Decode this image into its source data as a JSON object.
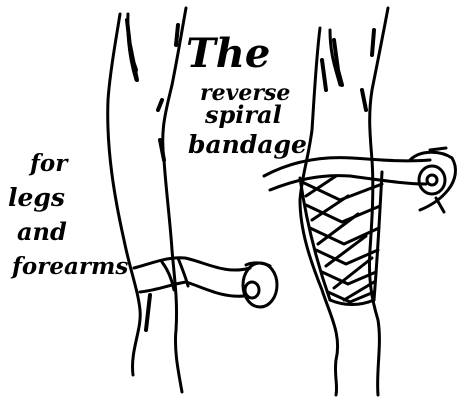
{
  "illustration": {
    "title_line1": "The",
    "title_line2": "reverse",
    "title_line3": "spiral",
    "title_line4": "bandage",
    "side_line1": "for",
    "side_line2": "legs",
    "side_line3": "and",
    "side_line4": "forearms",
    "ink_color": "#000000",
    "paper_color": "#ffffff"
  }
}
